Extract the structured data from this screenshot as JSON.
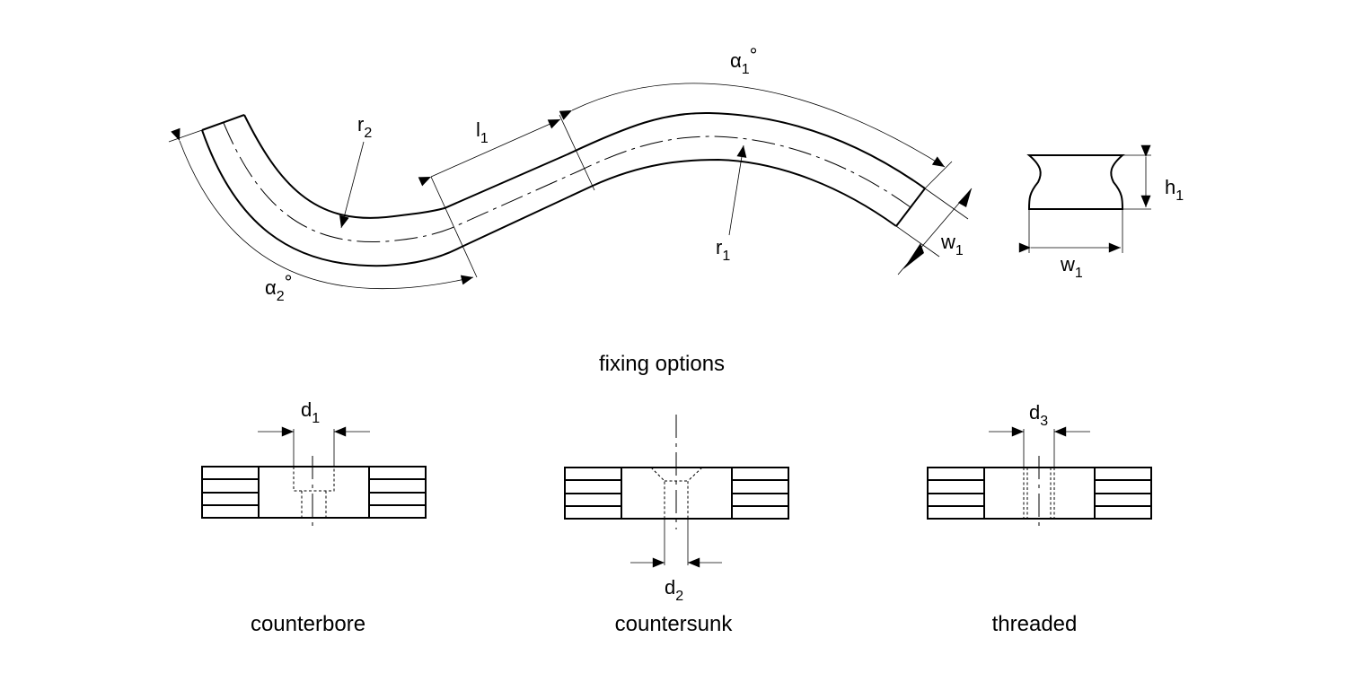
{
  "main_view": {
    "alpha1": {
      "base": "α",
      "sub": "1",
      "suffix": "°"
    },
    "alpha2": {
      "base": "α",
      "sub": "2",
      "suffix": "°"
    },
    "r1": {
      "base": "r",
      "sub": "1"
    },
    "r2": {
      "base": "r",
      "sub": "2"
    },
    "l1": {
      "base": "l",
      "sub": "1"
    },
    "w1": {
      "base": "w",
      "sub": "1"
    }
  },
  "section_view": {
    "h1": {
      "base": "h",
      "sub": "1"
    },
    "w1": {
      "base": "w",
      "sub": "1"
    }
  },
  "fixing": {
    "title": "fixing options",
    "counterbore": {
      "caption": "counterbore",
      "dim": {
        "base": "d",
        "sub": "1"
      }
    },
    "countersunk": {
      "caption": "countersunk",
      "dim": {
        "base": "d",
        "sub": "2"
      }
    },
    "threaded": {
      "caption": "threaded",
      "dim": {
        "base": "d",
        "sub": "3"
      }
    }
  }
}
